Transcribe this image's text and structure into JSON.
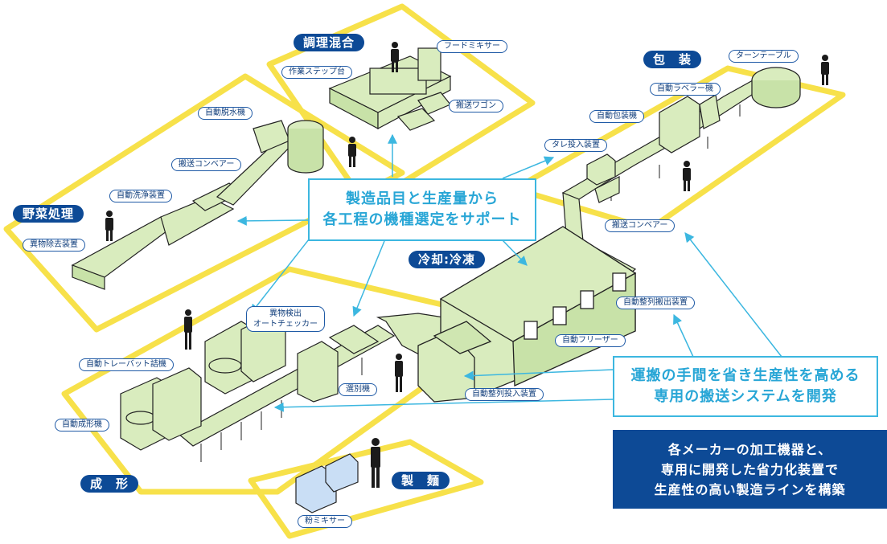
{
  "sections": {
    "vegetable": "野菜処理",
    "seasoning": "調理混合",
    "packaging": "包　装",
    "cooling": "冷却:冷凍",
    "forming": "成　形",
    "noodle": "製　麺"
  },
  "labels": {
    "food_mixer": "フードミキサー",
    "work_step": "作業ステップ台",
    "transport_wagon": "搬送ワゴン",
    "auto_dehydrator": "自動脱水機",
    "transport_conveyor_1": "搬送コンベアー",
    "auto_washer": "自動洗浄装置",
    "foreign_remover": "異物除去装置",
    "turntable": "ターンテーブル",
    "auto_labeler": "自動ラベラー機",
    "auto_packer": "自動包装機",
    "sauce_feeder": "タレ投入装置",
    "transport_conveyor_2": "搬送コンベアー",
    "auto_align_out": "自動整列搬出装置",
    "auto_freezer": "自動フリーザー",
    "auto_align_in": "自動整列投入装置",
    "foreign_checker": "異物検出\nオートチェッカー",
    "sorter": "選別機",
    "auto_tray_pack": "自動トレーバット詰機",
    "auto_former": "自動成形機",
    "flour_mixer": "粉ミキサー"
  },
  "callouts": {
    "top": "製造品目と生産量から\n各工程の機種選定をサポート",
    "right": "運搬の手間を省き生産性を高める\n専用の搬送システムを開発",
    "bottom": "各メーカーの加工機器と、\n専用に開発した省力化装置で\n生産性の高い製造ラインを構築"
  },
  "colors": {
    "zone_outline": "#f7e14a",
    "machine_fill": "#d9ecbe",
    "machine_stroke": "#222222",
    "accent_blue": "#3cb7e0",
    "label_border": "#1f5aa6",
    "section_bg": "#0d4a96"
  },
  "icons": [
    "worker-icon",
    "arrow-icon"
  ]
}
